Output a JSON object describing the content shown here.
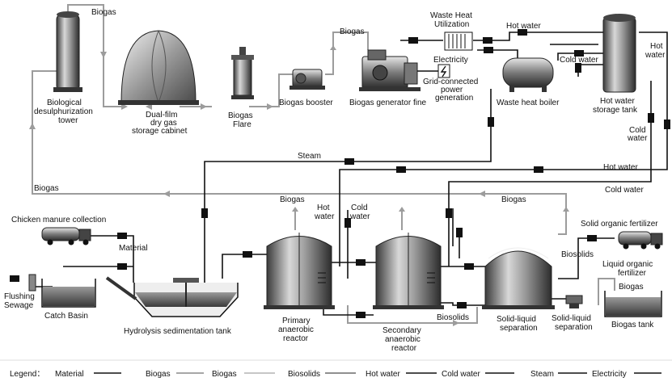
{
  "labels": {
    "biogas_top": "Biogas",
    "biogas_2": "Biogas",
    "biogas_3": "Biogas",
    "biogas_4": "Biogas",
    "biogas_5": "Biogas",
    "biogas_tank_in": "Biogas",
    "waste_heat_util": [
      "Waste Heat",
      "Utilization"
    ],
    "hot_water_top": "Hot water",
    "hot_water_right": [
      "Hot",
      "water"
    ],
    "cold_water_top": "Cold water",
    "cold_water_right": [
      "Cold",
      "water"
    ],
    "electricity": "Electricity",
    "grid": [
      "Grid-connected",
      "power",
      "generation"
    ],
    "bio_tower": [
      "Biological",
      "desulphurization",
      "tower"
    ],
    "dual_film": [
      "Dual-film",
      "dry gas",
      "storage cabinet"
    ],
    "flare": [
      "Biogas",
      "Flare"
    ],
    "booster": "Biogas booster",
    "generator": "Biogas generator fine",
    "whb": "Waste heat boiler",
    "hw_tank": [
      "Hot water",
      "storage tank"
    ],
    "steam": "Steam",
    "hot_water_mid": "Hot water",
    "cold_water_mid": "Cold water",
    "chicken": "Chicken manure collection",
    "material": "Material",
    "flushing": [
      "Flushing",
      "Sewage"
    ],
    "catch_basin": "Catch Basin",
    "hydrolysis": "Hydrolysis sedimentation tank",
    "hot_water_react": [
      "Hot",
      "water"
    ],
    "cold_water_react": [
      "Cold",
      "water"
    ],
    "primary": [
      "Primary",
      "anaerobic",
      "reactor"
    ],
    "secondary": [
      "Secondary",
      "anaerobic",
      "reactor"
    ],
    "biosolids_mid": "Biosolids",
    "biosolids_top": "Biosolids",
    "sl_sep": [
      "Solid-liquid",
      "separation"
    ],
    "sl_sep2": [
      "Solid-liquid",
      "separation"
    ],
    "solid_fert": "Solid organic fertilizer",
    "liquid_fert": [
      "Liquid organic",
      "fertilizer"
    ],
    "biogas_tank": "Biogas tank"
  },
  "legend": {
    "title": "Legend：",
    "items": [
      {
        "label": "Material",
        "color": "#111111"
      },
      {
        "label": "Biogas",
        "color": "#8a8a8a"
      },
      {
        "label": "Biogas",
        "color": "#b4b4b4"
      },
      {
        "label": "Biosolids",
        "color": "#6a6a6a"
      },
      {
        "label": "Hot water",
        "color": "#111111"
      },
      {
        "label": "Cold water",
        "color": "#111111"
      },
      {
        "label": "Steam",
        "color": "#111111"
      },
      {
        "label": "Electricity",
        "color": "#111111"
      }
    ]
  },
  "colors": {
    "material": "#111111",
    "biogas": "#9a9a9a",
    "biogas_light": "#b8b8b8",
    "equipment": "#555555"
  }
}
